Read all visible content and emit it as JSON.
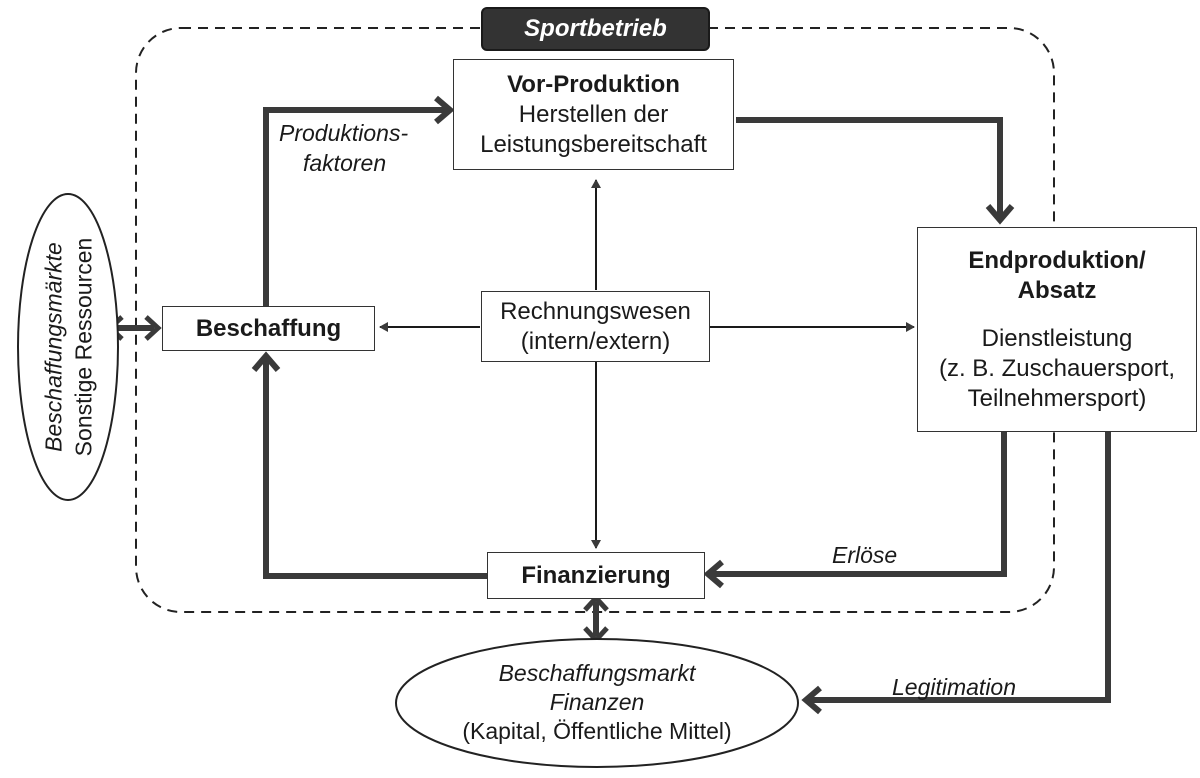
{
  "title": "Sportbetrieb",
  "nodes": {
    "vorproduktion": {
      "title": "Vor-Produktion",
      "line1": "Herstellen der",
      "line2": "Leistungsbereitschaft"
    },
    "endproduktion": {
      "title_line1": "Endproduktion/",
      "title_line2": "Absatz",
      "line1": "Dienstleistung",
      "line2": "(z. B. Zuschauersport,",
      "line3": "Teilnehmersport)"
    },
    "beschaffung": {
      "title": "Beschaffung"
    },
    "rechnungswesen": {
      "line1": "Rechnungswesen",
      "line2": "(intern/extern)"
    },
    "finanzierung": {
      "title": "Finanzierung"
    },
    "markt_ressourcen": {
      "line1": "Beschaffungsmärkte",
      "line2": "Sonstige Ressourcen"
    },
    "markt_finanzen": {
      "line1": "Beschaffungsmarkt",
      "line2": "Finanzen",
      "line3": "(Kapital, Öffentliche Mittel)"
    }
  },
  "edge_labels": {
    "produktionsfaktoren_1": "Produktions-",
    "produktionsfaktoren_2": "faktoren",
    "erloese": "Erlöse",
    "legitimation": "Legitimation"
  },
  "colors": {
    "line": "#3a3a3a",
    "tab": "#333333",
    "border": "#333333"
  }
}
